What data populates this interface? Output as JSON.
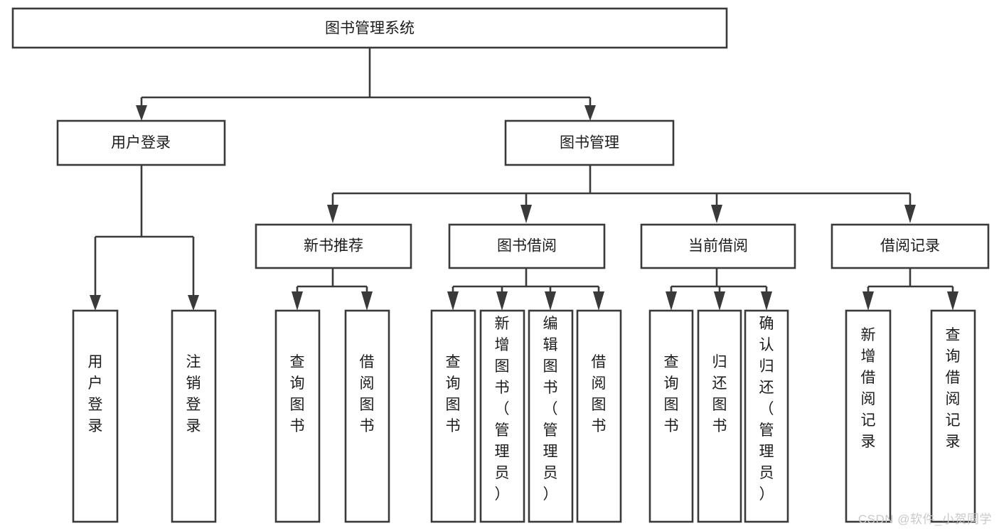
{
  "diagram": {
    "type": "tree-hierarchy-functional-decomposition",
    "title": "图书管理系统",
    "watermark": "CSDN @软件_小贺同学",
    "colors": {
      "box_stroke": "#3a3a3a",
      "box_fill": "#ffffff",
      "text": "#1c1c1c",
      "connector": "#3a3a3a",
      "watermark": "#c9c9c9",
      "background": "#ffffff"
    },
    "nodes": {
      "root": {
        "label": "图书管理系统",
        "level": 1
      },
      "level2": [
        {
          "id": "user-login",
          "label": "用户登录"
        },
        {
          "id": "book-manage",
          "label": "图书管理"
        }
      ],
      "level3": [
        {
          "id": "new-book-recommend",
          "label": "新书推荐",
          "parent": "book-manage"
        },
        {
          "id": "book-borrow",
          "label": "图书借阅",
          "parent": "book-manage"
        },
        {
          "id": "current-borrow",
          "label": "当前借阅",
          "parent": "book-manage"
        },
        {
          "id": "borrow-record",
          "label": "借阅记录",
          "parent": "book-manage"
        }
      ],
      "leaves": {
        "user-login": [
          {
            "id": "leaf-user-login",
            "label": "用户登录"
          },
          {
            "id": "leaf-logout",
            "label": "注销登录"
          }
        ],
        "new-book-recommend": [
          {
            "id": "leaf-query-book-1",
            "label": "查询图书"
          },
          {
            "id": "leaf-borrow-book-1",
            "label": "借阅图书"
          }
        ],
        "book-borrow": [
          {
            "id": "leaf-query-book-2",
            "label": "查询图书"
          },
          {
            "id": "leaf-add-book",
            "label": "新增图书（管理员）"
          },
          {
            "id": "leaf-edit-book",
            "label": "编辑图书（管理员）"
          },
          {
            "id": "leaf-borrow-book-2",
            "label": "借阅图书"
          }
        ],
        "current-borrow": [
          {
            "id": "leaf-query-book-3",
            "label": "查询图书"
          },
          {
            "id": "leaf-return-book",
            "label": "归还图书"
          },
          {
            "id": "leaf-confirm-return",
            "label": "确认归还（管理员）"
          }
        ],
        "borrow-record": [
          {
            "id": "leaf-add-record",
            "label": "新增借阅记录"
          },
          {
            "id": "leaf-query-record",
            "label": "查询借阅记录"
          }
        ]
      }
    }
  }
}
